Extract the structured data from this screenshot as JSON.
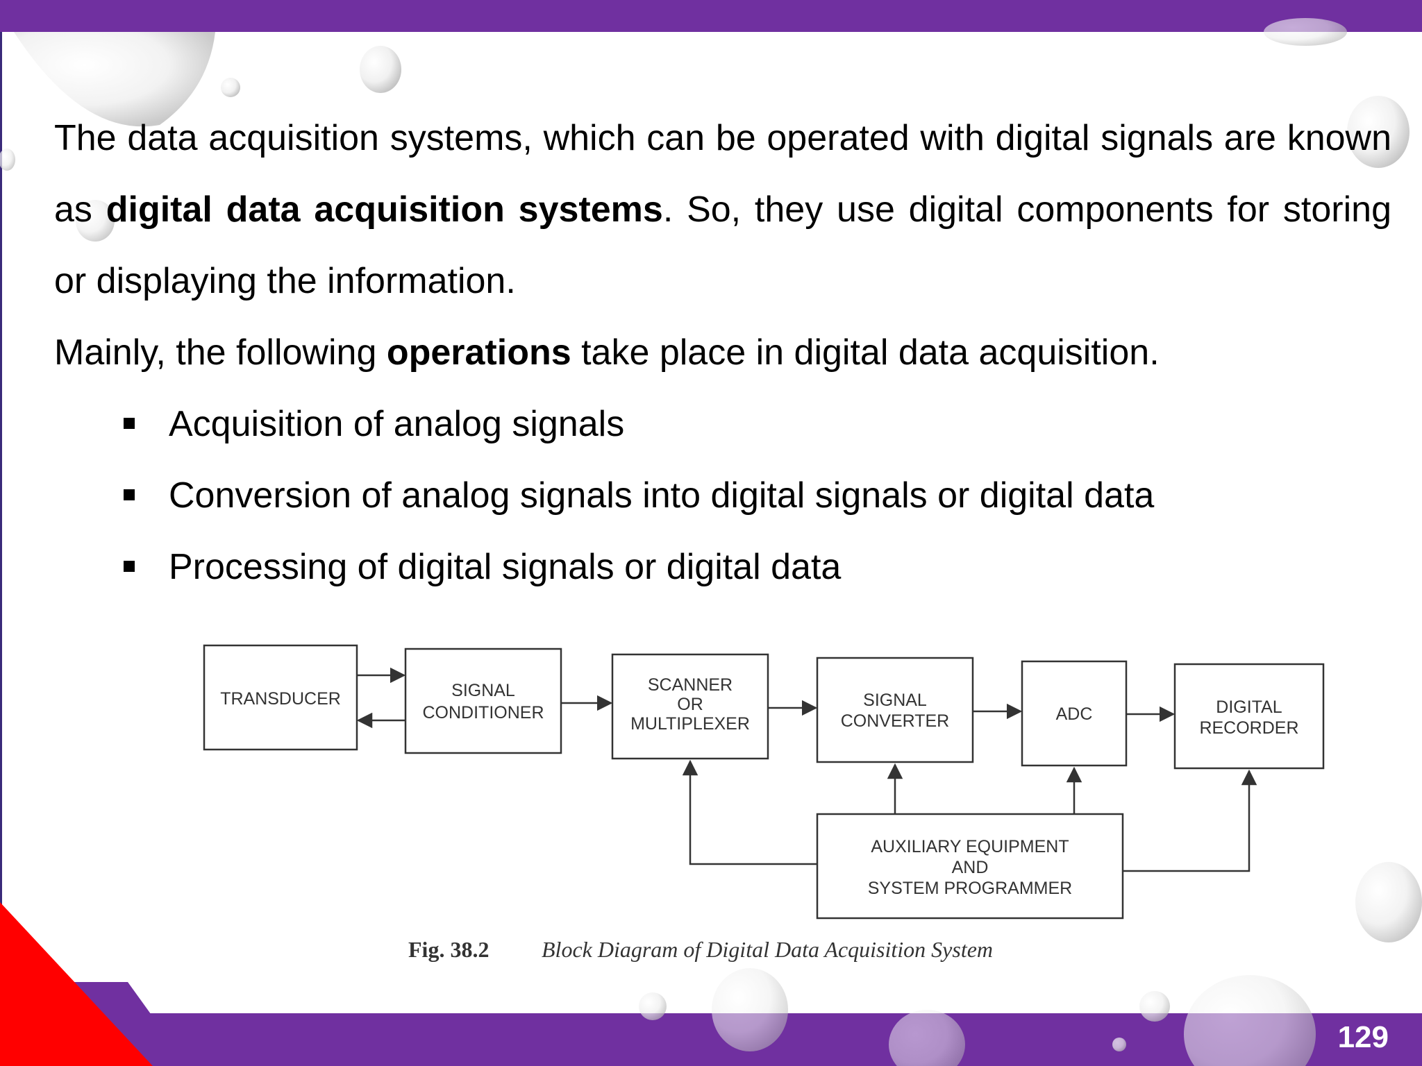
{
  "slide": {
    "paragraph1": {
      "part1": "The data acquisition systems, which can be operated with digital signals are known as ",
      "bold": "digital data acquisition systems",
      "part2": ". So, they use digital components for storing or displaying the information."
    },
    "paragraph2": {
      "part1": "Mainly, the following ",
      "bold": "operations",
      "part2": " take place in digital data acquisition."
    },
    "bullets": [
      "Acquisition of analog signals",
      "Conversion of analog signals into digital signals or digital data",
      "Processing of digital signals or digital data"
    ],
    "page_number": "129"
  },
  "diagram": {
    "blocks": {
      "transducer": [
        "TRANSDUCER"
      ],
      "signal_conditioner": [
        "SIGNAL",
        "CONDITIONER"
      ],
      "scanner": [
        "SCANNER",
        "OR",
        "MULTIPLEXER"
      ],
      "signal_converter": [
        "SIGNAL",
        "CONVERTER"
      ],
      "adc": [
        "ADC"
      ],
      "digital_recorder": [
        "DIGITAL",
        "RECORDER"
      ],
      "auxiliary": [
        "AUXILIARY EQUIPMENT",
        "AND",
        "SYSTEM PROGRAMMER"
      ]
    },
    "caption_fig": "Fig. 38.2",
    "caption_text": "Block Diagram of Digital Data Acquisition System"
  },
  "colors": {
    "accent": "#7030a0",
    "corner": "#ff0000"
  }
}
